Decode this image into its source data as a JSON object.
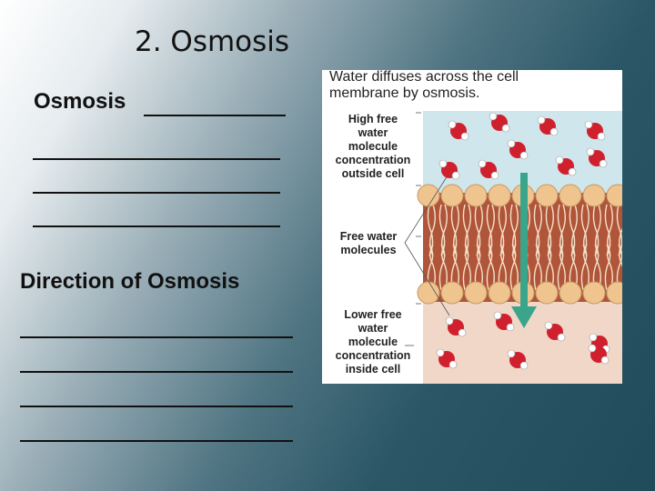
{
  "slide": {
    "title": "2. Osmosis",
    "osmosis_label": "Osmosis ",
    "direction_label": "Direction of Osmosis"
  },
  "figure": {
    "caption_line1": "Water diffuses across the cell",
    "caption_line2": "membrane by osmosis.",
    "labels": {
      "high_line1": "High free",
      "high_line2": "water",
      "high_line3": "molecule",
      "high_line4": "concentration",
      "high_line5": "outside cell",
      "free_line1": "Free water",
      "free_line2": "molecules",
      "lower_line1": "Lower free",
      "lower_line2": "water",
      "lower_line3": "molecule",
      "lower_line4": "concentration",
      "lower_line5": "inside cell"
    },
    "colors": {
      "outside": "#cfe6ec",
      "inside": "#f1d7c8",
      "membrane_core": "#b0553a",
      "lipid_head": "#f0c48f",
      "water_oxygen": "#d0202e",
      "arrow": "#3aa58a"
    }
  }
}
